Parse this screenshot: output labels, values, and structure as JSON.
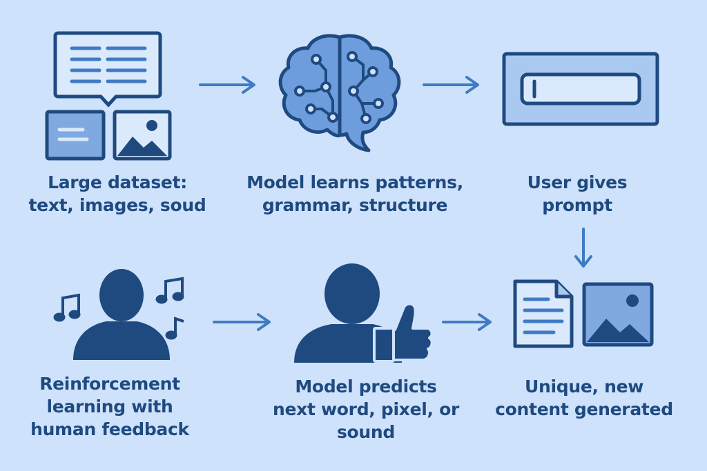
{
  "diagram": {
    "steps": [
      {
        "lines": [
          "Large dataset:",
          "text, images, soud"
        ]
      },
      {
        "lines": [
          "Model learns patterns,",
          "grammar, structure"
        ]
      },
      {
        "lines": [
          "User gives",
          "prompt"
        ]
      },
      {
        "lines": [
          "Reinforcement",
          "learning with",
          "human feedback"
        ]
      },
      {
        "lines": [
          "Model predicts",
          "next word, pixel, or",
          "sound"
        ]
      },
      {
        "lines": [
          "Unique, new",
          "content generated"
        ]
      }
    ],
    "colors": {
      "background": "#cfe2fb",
      "dark": "#1f4a80",
      "mid": "#5e92d6",
      "light": "#a9c9f1",
      "arrow": "#3f7bc4"
    },
    "icons": [
      "document-speech-bubble-icon",
      "text-card-icon",
      "image-icon",
      "brain-circuit-icon",
      "prompt-box-icon",
      "person-icon",
      "music-note-icon",
      "thumbs-up-icon",
      "document-icon"
    ]
  }
}
